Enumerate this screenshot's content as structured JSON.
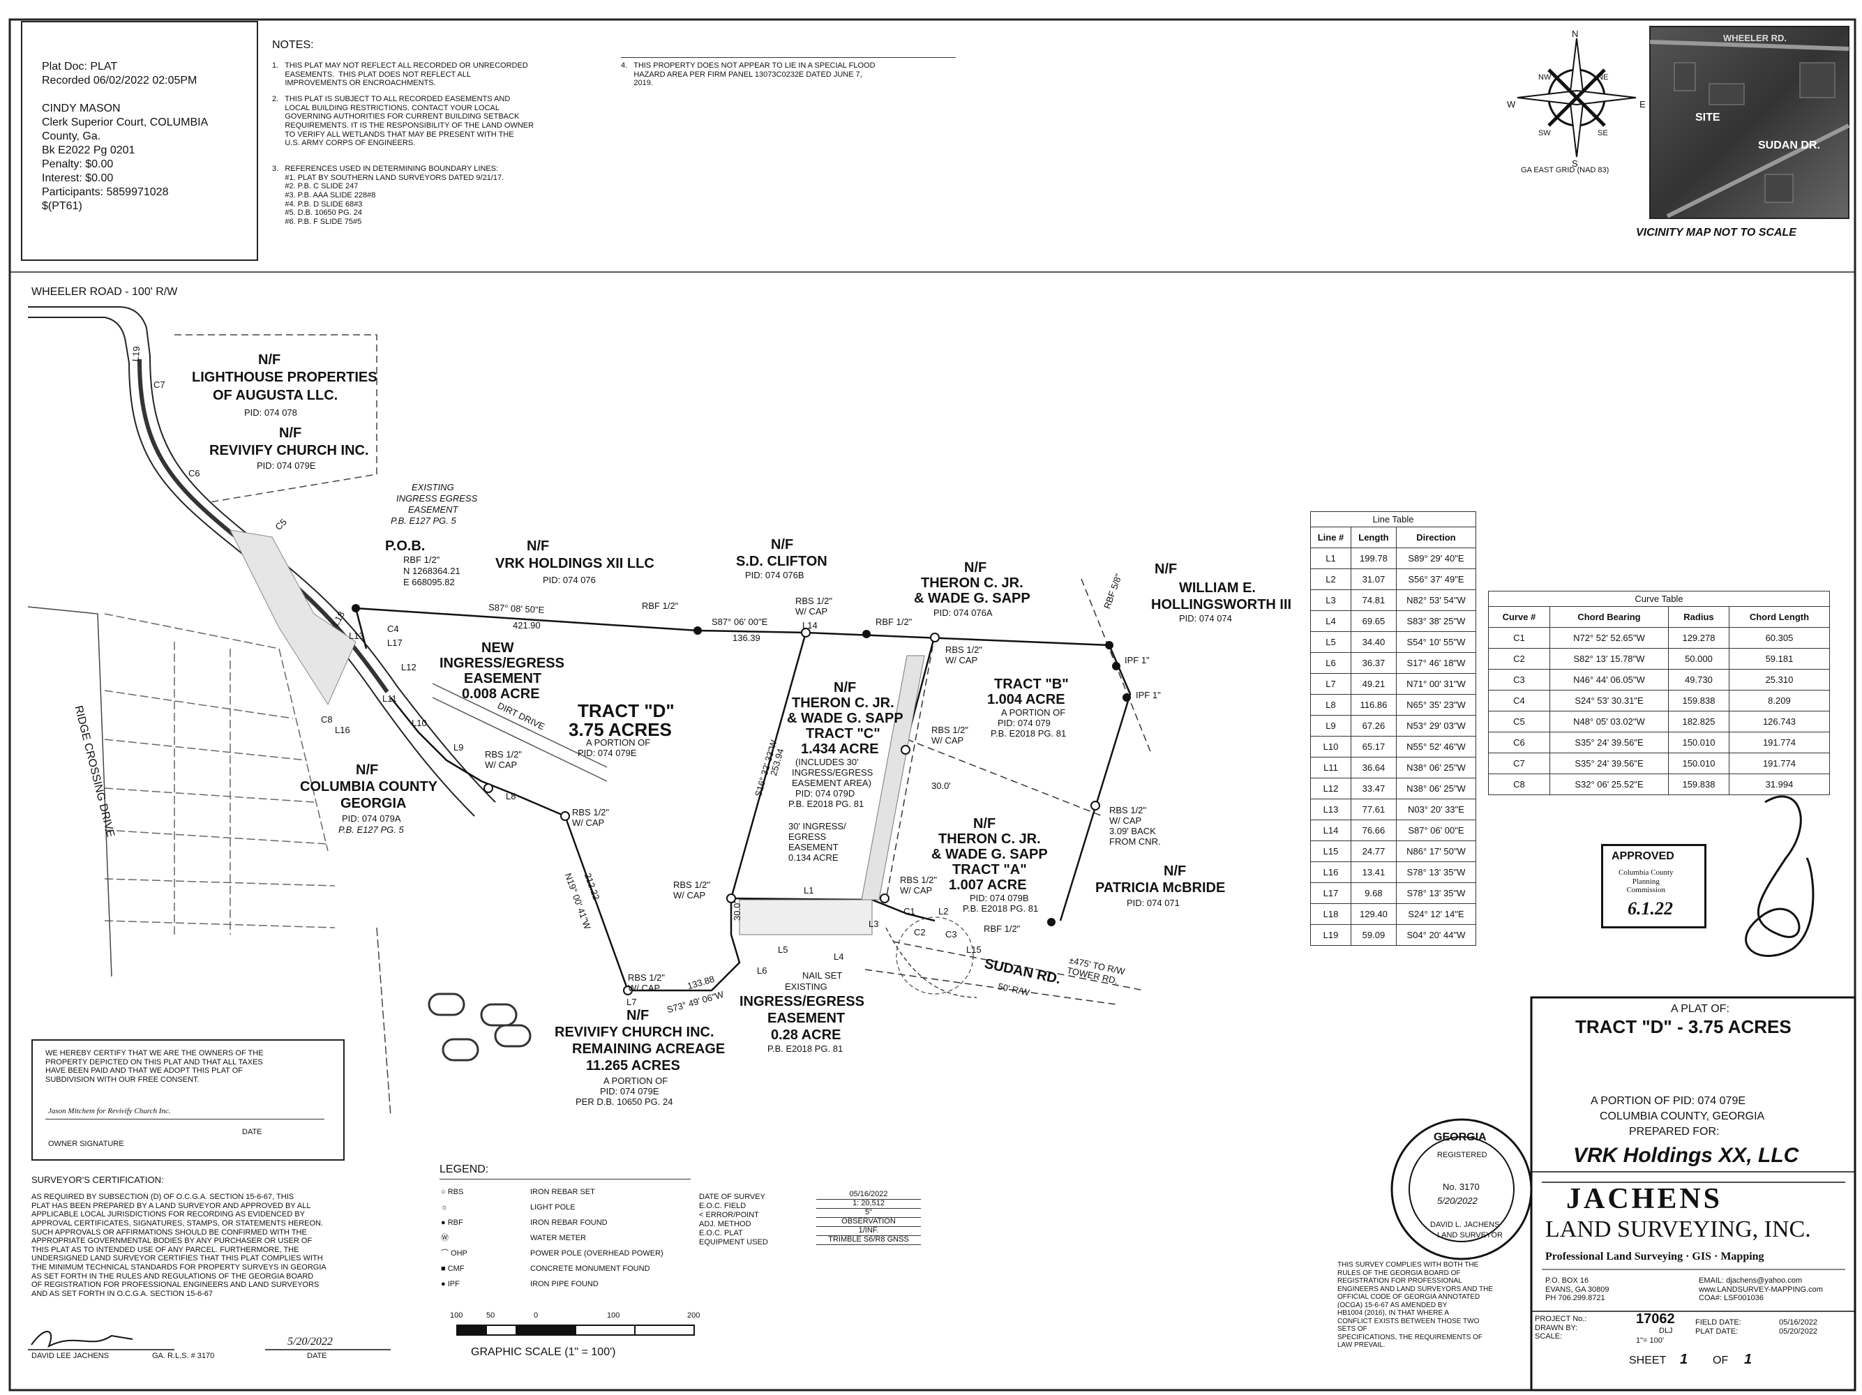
{
  "recording": {
    "lines": [
      "Plat Doc: PLAT",
      "Recorded 06/02/2022 02:05PM",
      "",
      "CINDY MASON",
      "Clerk Superior Court, COLUMBIA",
      "County, Ga.",
      "Bk E2022 Pg 0201",
      "Penalty: $0.00",
      "Interest: $0.00",
      "Participants: 5859971028",
      "$(PT61)"
    ]
  },
  "notes": {
    "title": "NOTES:",
    "col1": [
      "1.   THIS PLAT MAY NOT REFLECT ALL RECORDED OR UNRECORDED\n      EASEMENTS.  THIS PLAT DOES NOT REFLECT ALL\n      IMPROVEMENTS OR ENCROACHMENTS.",
      "2.   THIS PLAT IS SUBJECT TO ALL RECORDED EASEMENTS AND\n      LOCAL BUILDING RESTRICTIONS. CONTACT YOUR LOCAL\n      GOVERNING AUTHORITIES FOR CURRENT BUILDING SETBACK\n      REQUIREMENTS. IT IS THE RESPONSIBILITY OF THE LAND OWNER\n      TO VERIFY ALL WETLANDS THAT MAY BE PRESENT WITH THE\n      U.S. ARMY CORPS OF ENGINEERS.",
      "3.   REFERENCES USED IN DETERMINING BOUNDARY LINES:\n      #1. PLAT BY SOUTHERN LAND SURVEYORS DATED 9/21/17.\n      #2. P.B. C SLIDE 247\n      #3. P.B. AAA SLIDE 228#8\n      #4. P.B. D SLIDE 68#3\n      #5. D.B. 10650 PG. 24\n      #6. P.B. F SLIDE 75#5"
    ],
    "col2": "4.   THIS PROPERTY DOES NOT APPEAR TO LIE IN A SPECIAL FLOOD\n      HAZARD AREA PER FIRM PANEL 13073C0232E DATED JUNE 7,\n      2019."
  },
  "compass": {
    "n": "N",
    "s": "S",
    "e": "E",
    "w": "W",
    "ne": "NE",
    "nw": "NW",
    "se": "SE",
    "sw": "SW",
    "grid": "GA EAST GRID (NAD 83)"
  },
  "vicinity": {
    "road": "WHEELER RD.",
    "site": "SITE",
    "sudan": "SUDAN DR.",
    "caption": "VICINITY MAP   NOT TO SCALE"
  },
  "map_labels": {
    "wheeler": "WHEELER ROAD - 100' R/W",
    "ridge": "RIDGE CROSSING DRIVE",
    "lighthouse": [
      "N/F",
      "LIGHTHOUSE PROPERTIES",
      "OF AUGUSTA LLC."
    ],
    "lighthouse_pid": "PID: 074 078",
    "revivify_top": [
      "N/F",
      "REVIVIFY CHURCH INC."
    ],
    "revivify_top_pid": "PID: 074 079E",
    "existing_egress": [
      "EXISTING",
      "INGRESS EGRESS",
      "EASEMENT",
      "P.B. E127 PG. 5"
    ],
    "pob": [
      "P.O.B.",
      "RBF 1/2\"",
      "N 1268364.21",
      "E 668095.82"
    ],
    "vrk": [
      "N/F",
      "VRK HOLDINGS XII LLC"
    ],
    "vrk_pid": "PID: 074 076",
    "clifton": [
      "N/F",
      "S.D. CLIFTON"
    ],
    "clifton_pid": "PID: 074 076B",
    "sapp_top": [
      "N/F",
      "THERON C. JR.",
      "& WADE G. SAPP"
    ],
    "sapp_top_pid": "PID: 074 076A",
    "hollingsworth": [
      "N/F",
      "WILLIAM E.",
      "HOLLINGSWORTH III"
    ],
    "hollingsworth_pid": "PID: 074 074",
    "new_easement": [
      "NEW",
      "INGRESS/EGRESS",
      "EASEMENT",
      "0.008 ACRE"
    ],
    "tract_d": [
      "TRACT \"D\"",
      "3.75 ACRES"
    ],
    "tract_d_sub": [
      "A PORTION OF",
      "PID: 074 079E"
    ],
    "columbia": [
      "N/F",
      "COLUMBIA COUNTY",
      "GEORGIA"
    ],
    "columbia_pid": [
      "PID: 074 079A",
      "P.B. E127 PG. 5"
    ],
    "tract_c": [
      "N/F",
      "THERON C. JR.",
      "& WADE G. SAPP",
      "TRACT \"C\"",
      "1.434 ACRE"
    ],
    "tract_c_sub": [
      "(INCLUDES 30'",
      "INGRESS/EGRESS",
      "EASEMENT AREA)",
      "PID: 074 079D",
      "P.B. E2018 PG. 81"
    ],
    "tract_b": [
      "TRACT \"B\"",
      "1.004 ACRE"
    ],
    "tract_b_sub": [
      "A PORTION OF",
      "PID: 074 079",
      "P.B. E2018 PG. 81"
    ],
    "tract_a": [
      "N/F",
      "THERON C. JR.",
      "& WADE G. SAPP",
      "TRACT \"A\"",
      "1.007 ACRE"
    ],
    "tract_a_sub": [
      "PID: 074 079B",
      "P.B. E2018 PG. 81"
    ],
    "mcbride": [
      "N/F",
      "PATRICIA McBRIDE"
    ],
    "mcbride_pid": "PID: 074 071",
    "ingress30": [
      "30' INGRESS/",
      "EGRESS",
      "EASEMENT",
      "0.134 ACRE"
    ],
    "revivify_rem": [
      "N/F",
      "REVIVIFY CHURCH INC.",
      "REMAINING ACREAGE",
      "11.265 ACRES"
    ],
    "revivify_rem_sub": [
      "A PORTION OF",
      "PID: 074 079E",
      "PER D.B. 10650 PG. 24"
    ],
    "existing_egress2": [
      "EXISTING",
      "INGRESS/EGRESS",
      "EASEMENT",
      "0.28 ACRE"
    ],
    "existing_egress2_sub": "P.B. E2018 PG. 81",
    "sudan": "SUDAN RD.",
    "sudan_rw": "50' R/W",
    "sudan_rw2": "±475' TO R/W\nTOWER RD.",
    "dirt_drive": "DIRT DRIVE",
    "bearings": {
      "b1": "S87° 08' 50\"E",
      "d1": "421.90",
      "b2": "S87° 06' 00\"E",
      "d2": "136.39",
      "b3": "S16° 32' 33\"W",
      "d3": "253.94",
      "b4": "S73° 49' 06\"W",
      "d4": "133.88",
      "b5": "N19° 00' 41\"W",
      "d5": "212.22",
      "d6": "30.0'",
      "d7": "30.0'"
    },
    "pins": [
      "RBF 1/2\"",
      "RBS 1/2\"\nW/ CAP",
      "RBF 1/2\"",
      "RBS 1/2\"\nW/ CAP",
      "RBS 1/2\"\nW/ CAP",
      "RBS 1/2\"\nW/ CAP",
      "RBS 1/2\"\nW/ CAP",
      "RBS 1/2\"\nW/ CAP",
      "RBS 1/2\"\nW/ CAP",
      "RBF 1/2\"",
      "IPF 1\"",
      "IPF 1\"",
      "RBF 5/8\"",
      "NAIL SET",
      "RBS 1/2\"\nW/ CAP\n3.09' BACK\nFROM CNR."
    ],
    "line_tags": [
      "L1",
      "L2",
      "L3",
      "L4",
      "L5",
      "L6",
      "L7",
      "L8",
      "L9",
      "L10",
      "L11",
      "L12",
      "L13",
      "L14",
      "L15",
      "L16",
      "L17",
      "L18",
      "L19",
      "C1",
      "C2",
      "C3",
      "C4",
      "C5",
      "C6",
      "C7",
      "C8"
    ]
  },
  "line_table": {
    "title": "Line Table",
    "headers": [
      "Line #",
      "Length",
      "Direction"
    ],
    "rows": [
      [
        "L1",
        "199.78",
        "S89° 29' 40\"E"
      ],
      [
        "L2",
        "31.07",
        "S56° 37' 49\"E"
      ],
      [
        "L3",
        "74.81",
        "N82° 53' 54\"W"
      ],
      [
        "L4",
        "69.65",
        "S83° 38' 25\"W"
      ],
      [
        "L5",
        "34.40",
        "S54° 10' 55\"W"
      ],
      [
        "L6",
        "36.37",
        "S17° 46' 18\"W"
      ],
      [
        "L7",
        "49.21",
        "N71° 00' 31\"W"
      ],
      [
        "L8",
        "116.86",
        "N65° 35' 23\"W"
      ],
      [
        "L9",
        "67.26",
        "N53° 29' 03\"W"
      ],
      [
        "L10",
        "65.17",
        "N55° 52' 46\"W"
      ],
      [
        "L11",
        "36.64",
        "N38° 06' 25\"W"
      ],
      [
        "L12",
        "33.47",
        "N38° 06' 25\"W"
      ],
      [
        "L13",
        "77.61",
        "N03° 20' 33\"E"
      ],
      [
        "L14",
        "76.66",
        "S87° 06' 00\"E"
      ],
      [
        "L15",
        "24.77",
        "N86° 17' 50\"W"
      ],
      [
        "L16",
        "13.41",
        "S78° 13' 35\"W"
      ],
      [
        "L17",
        "9.68",
        "S78° 13' 35\"W"
      ],
      [
        "L18",
        "129.40",
        "S24° 12' 14\"E"
      ],
      [
        "L19",
        "59.09",
        "S04° 20' 44\"W"
      ]
    ]
  },
  "curve_table": {
    "title": "Curve Table",
    "headers": [
      "Curve #",
      "Chord Bearing",
      "Radius",
      "Chord Length"
    ],
    "rows": [
      [
        "C1",
        "N72° 52' 52.65\"W",
        "129.278",
        "60.305"
      ],
      [
        "C2",
        "S82° 13' 15.78\"W",
        "50.000",
        "59.181"
      ],
      [
        "C3",
        "N46° 44' 06.05\"W",
        "49.730",
        "25.310"
      ],
      [
        "C4",
        "S24° 53' 30.31\"E",
        "159.838",
        "8.209"
      ],
      [
        "C5",
        "N48° 05' 03.02\"W",
        "182.825",
        "126.743"
      ],
      [
        "C6",
        "S35° 24' 39.56\"E",
        "150.010",
        "191.774"
      ],
      [
        "C7",
        "S35° 24' 39.56\"E",
        "150.010",
        "191.774"
      ],
      [
        "C8",
        "S32° 06' 25.52\"E",
        "159.838",
        "31.994"
      ]
    ]
  },
  "approval": {
    "title": "APPROVED",
    "org": "Columbia County\nPlanning\nCommission",
    "date": "6.1.22"
  },
  "owner_cert": {
    "text": "WE HEREBY CERTIFY THAT WE ARE THE OWNERS OF THE\nPROPERTY DEPICTED ON THIS PLAT AND THAT ALL TAXES\nHAVE BEEN PAID AND THAT WE ADOPT THIS PLAT OF\nSUBDIVISION WITH OUR FREE CONSENT.",
    "signer": "Jason Mitchem for Revivify Church Inc.",
    "date_label": "DATE",
    "sig_label": "OWNER SIGNATURE"
  },
  "surveyor_cert": {
    "title": "SURVEYOR'S CERTIFICATION:",
    "text": "AS REQUIRED BY SUBSECTION (D) OF O.C.G.A. SECTION 15-6-67, THIS\nPLAT HAS BEEN PREPARED BY A LAND SURVEYOR AND APPROVED BY ALL\nAPPLICABLE LOCAL JURISDICTIONS FOR RECORDING AS EVIDENCED BY\nAPPROVAL CERTIFICATES, SIGNATURES, STAMPS, OR STATEMENTS HEREON.\nSUCH APPROVALS OR AFFIRMATIONS SHOULD BE CONFIRMED WITH THE\nAPPROPRIATE GOVERNMENTAL BODIES BY ANY PURCHASER OR USER OF\nTHIS PLAT AS TO INTENDED USE OF ANY PARCEL. FURTHERMORE, THE\nUNDERSIGNED LAND SURVEYOR CERTIFIES THAT THIS PLAT COMPLIES WITH\nTHE MINIMUM TECHNICAL STANDARDS FOR PROPERTY SURVEYS IN GEORGIA\nAS SET FORTH IN THE RULES AND REGULATIONS OF THE GEORGIA BOARD\nOF REGISTRATION FOR PROFESSIONAL ENGINEERS AND LAND SURVEYORS\nAND AS SET FORTH IN O.C.G.A. SECTION 15-6-67",
    "name": "DAVID LEE JACHENS",
    "rls": "GA. R.L.S. # 3170",
    "date": "5/20/2022",
    "date_label": "DATE"
  },
  "legend": {
    "title": "LEGEND:",
    "items": [
      [
        "RBS",
        "IRON REBAR SET"
      ],
      [
        "",
        "LIGHT POLE"
      ],
      [
        "RBF",
        "IRON REBAR FOUND"
      ],
      [
        "",
        "WATER METER"
      ],
      [
        "OHP",
        "POWER POLE (OVERHEAD POWER)"
      ],
      [
        "CMF",
        "CONCRETE MONUMENT FOUND"
      ],
      [
        "IPF",
        "IRON PIPE FOUND"
      ]
    ],
    "survey": [
      [
        "DATE OF SURVEY",
        "05/16/2022"
      ],
      [
        "E.O.C. FIELD",
        "1: 20,512"
      ],
      [
        "< ERROR/POINT",
        "5\""
      ],
      [
        "ADJ. METHOD",
        "OBSERVATION"
      ],
      [
        "E.O.C. PLAT",
        "1/INF."
      ],
      [
        "EQUIPMENT USED",
        "TRIMBLE S6/R8 GNSS"
      ]
    ]
  },
  "scale": {
    "ticks": [
      "100",
      "50",
      "0",
      "100",
      "200"
    ],
    "label": "GRAPHIC SCALE (1\" = 100')"
  },
  "seal": {
    "state": "GEORGIA",
    "reg": "REGISTERED",
    "no": "No. 3170",
    "date": "5/20/2022",
    "name": "DAVID L. JACHENS",
    "role": "LAND SURVEYOR"
  },
  "compliance": "THIS SURVEY COMPLIES WITH BOTH THE\nRULES OF THE GEORGIA BOARD OF\nREGISTRATION FOR PROFESSIONAL\nENGINEERS AND LAND SURVEYORS AND THE\nOFFICIAL CODE OF GEORGIA ANNOTATED\n(OCGA) 15-6-67 AS AMENDED BY\nHB1004 (2016), IN THAT WHERE A\nCONFLICT EXISTS BETWEEN THOSE TWO\nSETS OF\nSPECIFICATIONS, THE REQUIREMENTS OF\nLAW PREVAIL.",
  "title_block": {
    "plat_of": "A PLAT OF:",
    "tract": "TRACT \"D\"  -  3.75 ACRES",
    "portion": "A PORTION OF PID: 074 079E",
    "county": "COLUMBIA COUNTY, GEORGIA",
    "prepared": "PREPARED FOR:",
    "client": "VRK Holdings XX, LLC",
    "company": "JACHENS",
    "company2": "LAND SURVEYING, INC.",
    "tagline": "Professional Land Surveying · GIS · Mapping",
    "address": "P.O. BOX 16\nEVANS, GA 30809\nPH 706.299.8721",
    "contact": "EMAIL: djachens@yahoo.com\nwww.LANDSURVEY-MAPPING.com\nCOA#: LSF001036",
    "project_label": "PROJECT No.:\nDRAWN BY:\nSCALE:",
    "project": "17062",
    "drawn": "DLJ",
    "scale": "1\"= 100'",
    "field_label": "FIELD DATE:\nPLAT DATE:",
    "field_dates": "05/16/2022\n05/20/2022",
    "sheet": "SHEET",
    "sheet_no": "1",
    "of": "OF",
    "sheet_total": "1"
  }
}
